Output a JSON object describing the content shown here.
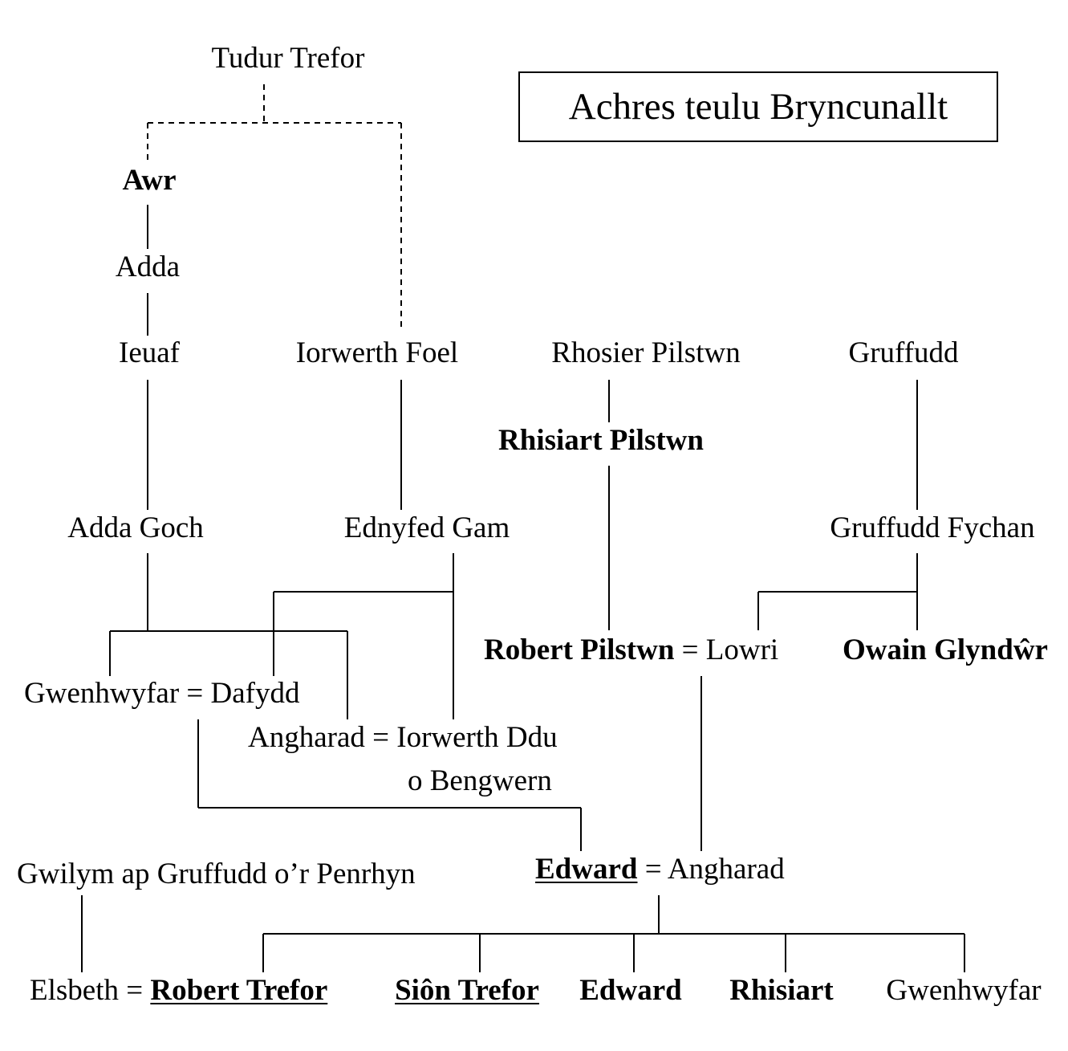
{
  "title": "Achres teulu Bryncunallt",
  "persons": {
    "tudur_trefor": "Tudur Trefor",
    "awr": "Awr",
    "adda": "Adda",
    "ieuaf": "Ieuaf",
    "iorwerth_foel": "Iorwerth Foel",
    "rhosier_pilstwn": "Rhosier Pilstwn",
    "gruffudd": "Gruffudd",
    "rhisiart_pilstwn": "Rhisiart Pilstwn",
    "adda_goch": "Adda Goch",
    "ednyfed_gam": "Ednyfed Gam",
    "gruffudd_fychan": "Gruffudd Fychan",
    "robert_pilstwn": "Robert Pilstwn",
    "lowri": "Lowri",
    "owain_glyndwr": "Owain Glyndŵr",
    "gwenhwyfar_1": "Gwenhwyfar",
    "dafydd": "Dafydd",
    "angharad_1": "Angharad",
    "iorwerth_ddu": "Iorwerth Ddu",
    "iorwerth_ddu_place": "o Bengwern",
    "gwilym": "Gwilym ap Gruffudd o’r Penrhyn",
    "edward_1": "Edward",
    "angharad_2": "Angharad",
    "elsbeth": "Elsbeth",
    "robert_trefor": "Robert Trefor",
    "sion_trefor": "Siôn Trefor",
    "edward_2": "Edward",
    "rhisiart": "Rhisiart",
    "gwenhwyfar_2": "Gwenhwyfar"
  },
  "marriage_sign": "=",
  "relations": [
    {
      "parent": "Tudur Trefor",
      "children": [
        "Awr",
        "Iorwerth Foel"
      ],
      "style": "dashed"
    },
    {
      "parent": "Awr",
      "children": [
        "Adda"
      ]
    },
    {
      "parent": "Adda",
      "children": [
        "Ieuaf"
      ]
    },
    {
      "parent": "Ieuaf",
      "children": [
        "Adda Goch"
      ]
    },
    {
      "parent": "Iorwerth Foel",
      "children": [
        "Ednyfed Gam"
      ]
    },
    {
      "parent": "Rhosier Pilstwn",
      "children": [
        "Rhisiart Pilstwn"
      ]
    },
    {
      "parent": "Rhisiart Pilstwn",
      "children": [
        "Robert Pilstwn"
      ]
    },
    {
      "parent": "Gruffudd",
      "children": [
        "Gruffudd Fychan"
      ]
    },
    {
      "parent": "Gruffudd Fychan",
      "children": [
        "Lowri",
        "Owain Glyndŵr"
      ]
    },
    {
      "parent": "Adda Goch",
      "children": [
        "Gwenhwyfar",
        "Angharad"
      ]
    },
    {
      "parent": "Ednyfed Gam",
      "children": [
        "Dafydd",
        "Iorwerth Ddu"
      ]
    },
    {
      "parent": "Gwenhwyfar = Dafydd",
      "children": [
        "Edward"
      ]
    },
    {
      "parent": "Robert Pilstwn = Lowri",
      "children": [
        "Angharad"
      ]
    },
    {
      "parent": "Gwilym ap Gruffudd o’r Penrhyn",
      "children": [
        "Elsbeth"
      ]
    },
    {
      "parent": "Edward = Angharad",
      "children": [
        "Robert Trefor",
        "Siôn Trefor",
        "Edward",
        "Rhisiart",
        "Gwenhwyfar"
      ]
    }
  ]
}
